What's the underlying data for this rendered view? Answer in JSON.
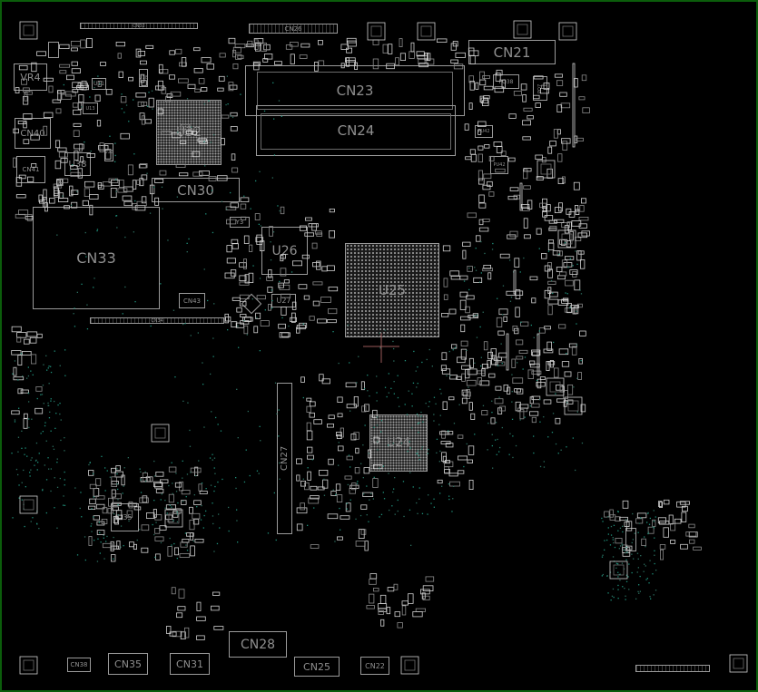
{
  "board": {
    "components": [
      {
        "id": "CN21",
        "label": "CN21",
        "size": 15
      },
      {
        "id": "CN23",
        "label": "CN23",
        "size": 15
      },
      {
        "id": "CN24",
        "label": "CN24",
        "size": 15
      },
      {
        "id": "VR4",
        "label": "VR4",
        "size": 11
      },
      {
        "id": "CN40",
        "label": "CN40",
        "size": 10
      },
      {
        "id": "CN41",
        "label": "CN41",
        "size": 7
      },
      {
        "id": "U38",
        "label": "U38",
        "size": 10
      },
      {
        "id": "U32",
        "label": "U32",
        "size": 14
      },
      {
        "id": "CN30",
        "label": "CN30",
        "size": 15
      },
      {
        "id": "CN33",
        "label": "CN33",
        "size": 16
      },
      {
        "id": "CN43",
        "label": "CN43",
        "size": 7
      },
      {
        "id": "U26",
        "label": "U26",
        "size": 14
      },
      {
        "id": "U27",
        "label": "U27",
        "size": 8
      },
      {
        "id": "U25",
        "label": "U25",
        "size": 15
      },
      {
        "id": "CN27",
        "label": "CN27",
        "size": 10
      },
      {
        "id": "U24",
        "label": "U24",
        "size": 13
      },
      {
        "id": "CN28",
        "label": "CN28",
        "size": 14
      },
      {
        "id": "CN25",
        "label": "CN25",
        "size": 11
      },
      {
        "id": "CN22",
        "label": "CN22",
        "size": 8
      },
      {
        "id": "CN35",
        "label": "CN35",
        "size": 11
      },
      {
        "id": "CN31",
        "label": "CN31",
        "size": 11
      },
      {
        "id": "CN38",
        "label": "CN38",
        "size": 7
      },
      {
        "id": "U35",
        "label": "U35",
        "size": 8
      },
      {
        "id": "CN26",
        "label": "CN26",
        "size": 7
      },
      {
        "id": "CN42",
        "label": "CN42",
        "size": 6
      },
      {
        "id": "PQ39",
        "label": "PQ39",
        "size": 6
      },
      {
        "id": "PQ38",
        "label": "PQ38",
        "size": 5
      },
      {
        "id": "PQ7",
        "label": "PQ7",
        "size": 5
      },
      {
        "id": "PU42",
        "label": "PU42",
        "size": 5
      },
      {
        "id": "Y3",
        "label": "Y3",
        "size": 7
      },
      {
        "id": "CN32",
        "label": "CN32",
        "size": 5
      },
      {
        "id": "CN34",
        "label": "CN34",
        "size": 5
      },
      {
        "id": "U2",
        "label": "U2",
        "size": 6
      },
      {
        "id": "U12",
        "label": "U12",
        "size": 5
      },
      {
        "id": "U11",
        "label": "U11",
        "size": 5
      },
      {
        "id": "U13",
        "label": "U13",
        "size": 5
      },
      {
        "id": "U33",
        "label": "U33",
        "size": 5
      },
      {
        "id": "U18",
        "label": "U18",
        "size": 6
      }
    ]
  }
}
